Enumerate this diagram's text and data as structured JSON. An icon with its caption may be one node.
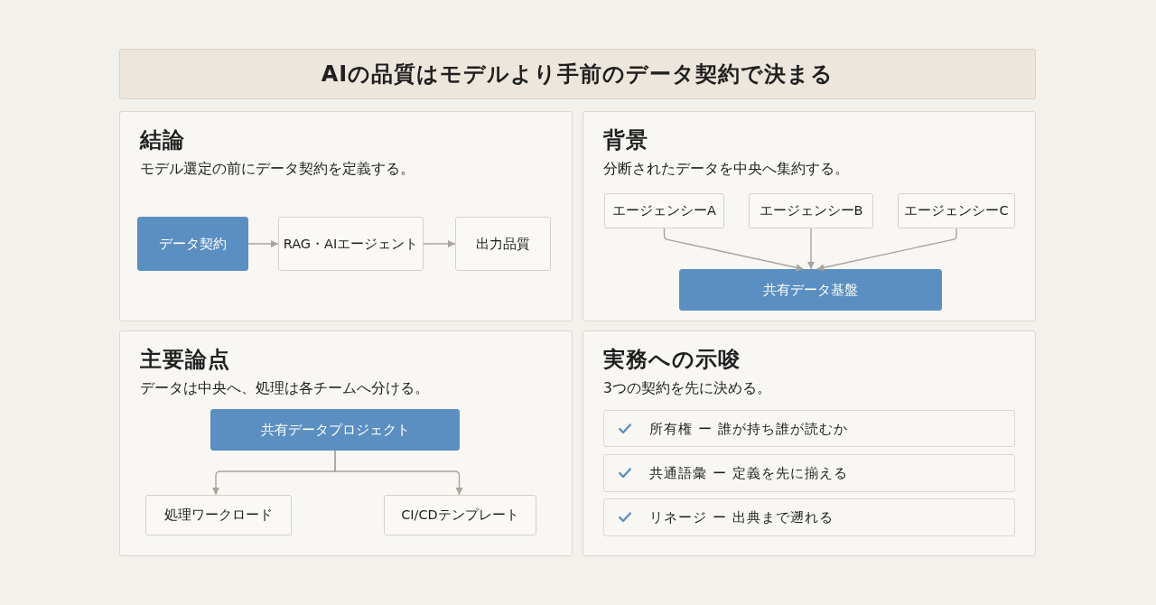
{
  "diagram": {
    "title": "AIの品質はモデルより手前のデータ契約で決まる",
    "nodes": [
      {
        "text": [
          "結論",
          "モデル選定の前にデータ契約を定義する。"
        ]
      },
      {
        "text": [
          "データ契約"
        ],
        "in": 0
      },
      {
        "text": [
          "RAG・AIエージェント"
        ],
        "in": 0
      },
      {
        "text": [
          "出力品質"
        ],
        "in": 0
      },
      {
        "text": [
          "背景",
          "分断されたデータを中央へ集約する。"
        ]
      },
      {
        "text": [
          "エージェンシーA"
        ],
        "in": 4
      },
      {
        "text": [
          "エージェンシーB"
        ],
        "in": 4
      },
      {
        "text": [
          "エージェンシーC"
        ],
        "in": 4
      },
      {
        "text": [
          "共有データ基盤"
        ],
        "in": 4
      },
      {
        "text": [
          "主要論点",
          "データは中央へ、処理は各チームへ分ける。"
        ]
      },
      {
        "text": [
          "共有データプロジェクト"
        ],
        "in": 9
      },
      {
        "text": [
          "処理ワークロード"
        ],
        "in": 9
      },
      {
        "text": [
          "CI/CDテンプレート"
        ],
        "in": 9
      },
      {
        "text": [
          "実務への示唆",
          "3つの契約を先に決める。"
        ]
      },
      {
        "text": [
          "所有権 ー 誰が持ち誰が読むか"
        ],
        "in": 13
      },
      {
        "text": [
          "共通語彙 ー 定義を先に揃える"
        ],
        "in": 13
      },
      {
        "text": [
          "リネージ ー 出典まで遡れる"
        ],
        "in": 13
      }
    ],
    "edges": [
      {
        "from": 1,
        "to": 2,
        "arrow": "to"
      },
      {
        "from": 2,
        "to": 3,
        "arrow": "to"
      },
      {
        "from": 5,
        "to": 8,
        "arrow": "to"
      },
      {
        "from": 6,
        "to": 8,
        "arrow": "to"
      },
      {
        "from": 7,
        "to": 8,
        "arrow": "to"
      },
      {
        "from": 10,
        "to": 11,
        "arrow": "to"
      },
      {
        "from": 10,
        "to": 12,
        "arrow": "to"
      }
    ]
  }
}
